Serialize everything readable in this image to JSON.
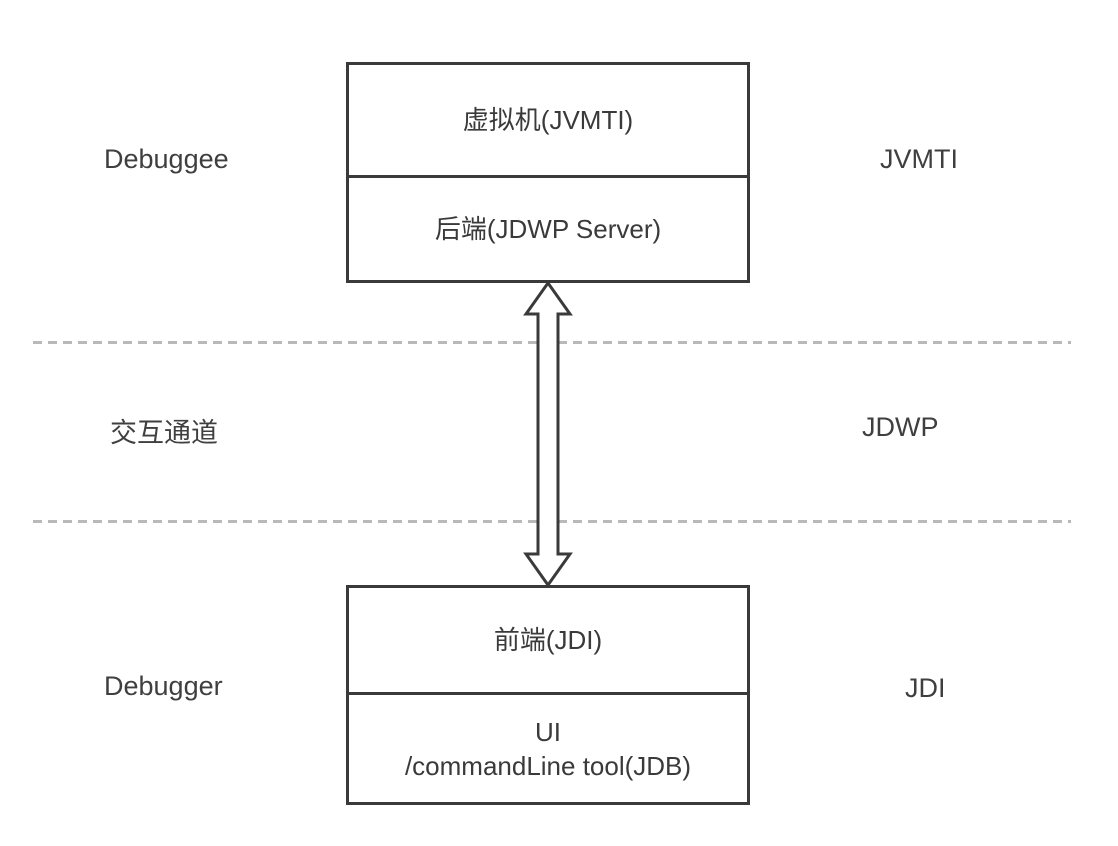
{
  "diagram": {
    "title": "JPDA debugging architecture",
    "debuggee_box": {
      "vm_cell": "虚拟机(JVMTI)",
      "backend_cell": "后端(JDWP Server)"
    },
    "debugger_box": {
      "frontend_cell": "前端(JDI)",
      "ui_cell_line1": "UI",
      "ui_cell_line2": "/commandLine tool(JDB)"
    },
    "side_labels": {
      "left_top": "Debuggee",
      "right_top": "JVMTI",
      "left_middle": "交互通道",
      "right_middle": "JDWP",
      "left_bottom": "Debugger",
      "right_bottom": "JDI"
    },
    "connector": "double-headed-vertical-arrow",
    "colors": {
      "border": "#3a3a3a",
      "text": "#3f3f3f",
      "dashed_line": "#b9b9b9",
      "background": "#ffffff"
    }
  }
}
